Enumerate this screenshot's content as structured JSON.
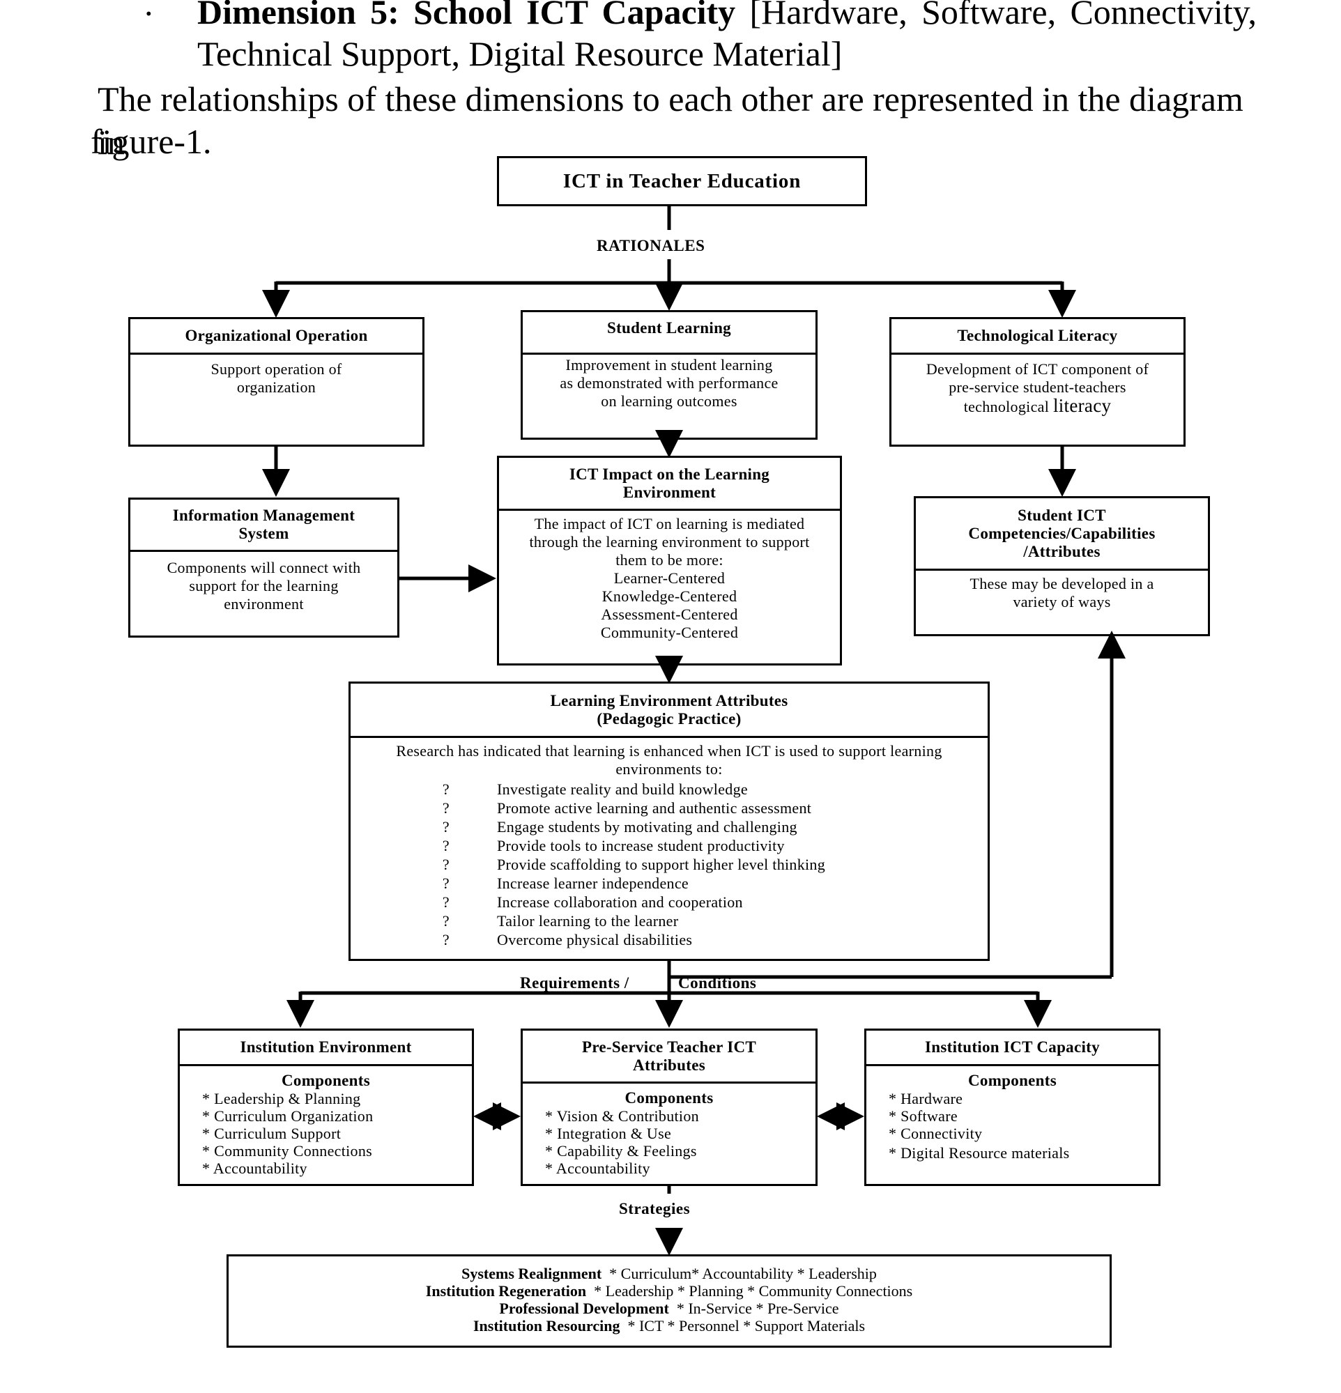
{
  "intro": {
    "bullet": "·",
    "dimension_title": "Dimension 5: School ICT Capacity",
    "dimension_rest": "[Hardware, Software, Connectivity,",
    "dimension_line2": "Technical Support, Digital Resource Material]",
    "relationship_line1": "The relationships of these dimensions to each other are represented in the diagram in",
    "relationship_line2": "figure-1."
  },
  "diagram": {
    "top_title": "ICT in Teacher Education",
    "rationales_label": "RATIONALES",
    "org_operation": {
      "title": "Organizational Operation",
      "text": "Support operation of organization"
    },
    "student_learning": {
      "title": "Student Learning",
      "text": "Improvement in student learning as demonstrated with performance on learning outcomes"
    },
    "tech_literacy": {
      "title": "Technological Literacy",
      "text": "Development of ICT component of pre-service student-teachers",
      "text_tail1": "technological",
      "text_tail2": "literacy"
    },
    "info_mgmt": {
      "title": "Information Management System",
      "text": "Components will connect with support for the learning environment"
    },
    "ict_impact": {
      "title": "ICT Impact on the Learning Environment",
      "text": "The impact of ICT on learning is mediated through the learning environment to support them to be more:",
      "items": [
        "Learner-Centered",
        "Knowledge-Centered",
        "Assessment-Centered",
        "Community-Centered"
      ]
    },
    "student_ict": {
      "title": "Student ICT Competencies/Capabilities /Attributes",
      "text": "These may be developed in a variety of ways"
    },
    "learning_env": {
      "title_line1": "Learning Environment Attributes",
      "title_line2": "(Pedagogic Practice)",
      "intro": "Research has indicated that learning is enhanced when ICT is used to support learning environments to:",
      "bullet": "?",
      "items": [
        "Investigate reality and build knowledge",
        "Promote active learning and authentic assessment",
        "Engage students by motivating and challenging",
        "Provide tools to increase student productivity",
        "Provide scaffolding to support higher level thinking",
        "Increase learner independence",
        "Increase collaboration and cooperation",
        "Tailor learning to the learner",
        "Overcome physical disabilities"
      ]
    },
    "requirements_label_a": "Requirements /",
    "requirements_label_b": "Conditions",
    "institution_env": {
      "title": "Institution Environment",
      "components_label": "Components",
      "items": [
        "* Leadership & Planning",
        "* Curriculum Organization",
        "* Curriculum Support",
        "* Community Connections",
        "* Accountability"
      ]
    },
    "preservice": {
      "title": "Pre-Service Teacher ICT Attributes",
      "components_label": "Components",
      "items": [
        "* Vision & Contribution",
        "* Integration & Use",
        "* Capability & Feelings",
        "* Accountability"
      ]
    },
    "institution_ict": {
      "title": "Institution ICT Capacity",
      "components_label": "Components",
      "items": [
        "* Hardware",
        "* Software",
        "* Connectivity",
        "* Digital Resource materials"
      ]
    },
    "strategies_label": "Strategies",
    "strategies": [
      {
        "name": "Systems Realignment",
        "detail": "* Curriculum* Accountability * Leadership"
      },
      {
        "name": "Institution Regeneration",
        "detail": "* Leadership * Planning * Community Connections"
      },
      {
        "name": "Professional Development",
        "detail": "* In-Service * Pre-Service"
      },
      {
        "name": "Institution Resourcing",
        "detail": "* ICT * Personnel * Support Materials"
      }
    ]
  }
}
